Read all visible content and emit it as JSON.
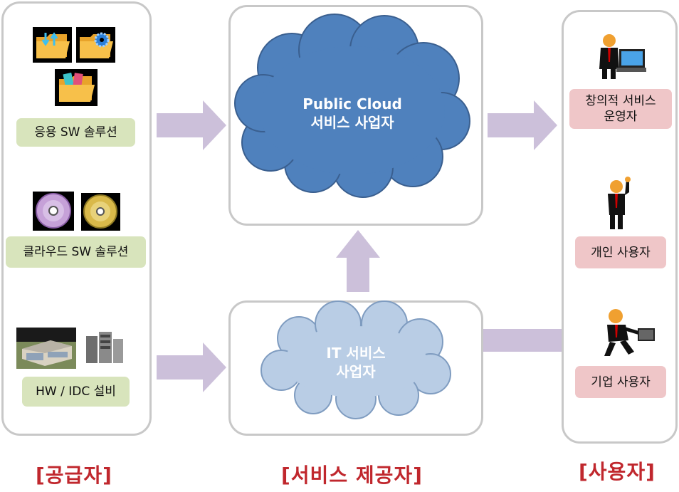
{
  "supplier": {
    "items": [
      {
        "label": "응용 SW 솔루션"
      },
      {
        "label": "클라우드 SW 솔루션"
      },
      {
        "label": "HW / IDC 설비"
      }
    ],
    "title": "[공급자]"
  },
  "provider": {
    "public_cloud_line1": "Public Cloud",
    "public_cloud_line2": "서비스 사업자",
    "it_line1": "IT 서비스",
    "it_line2": "사업자",
    "title": "[서비스 제공자]"
  },
  "users": {
    "items": [
      {
        "label_line1": "창의적 서비스",
        "label_line2": "운영자"
      },
      {
        "label_line1": "개인 사용자"
      },
      {
        "label_line1": "기업 사용자"
      }
    ],
    "title": "[사용자]"
  },
  "colors": {
    "public_cloud": "#4f81bd",
    "it_cloud": "#b9cde5",
    "arrow": "#ccc0da",
    "title_red": "#c0272d",
    "supplier_label": "#d8e4bc",
    "user_label": "#efc6c8"
  }
}
